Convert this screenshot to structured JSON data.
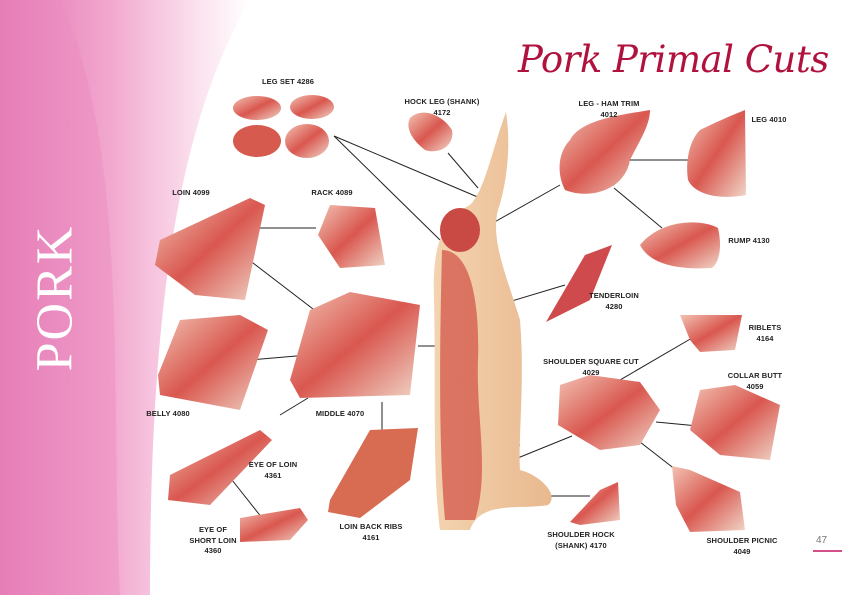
{
  "title": "Pork Primal Cuts",
  "side_label": "PORK",
  "page_number": "47",
  "colors": {
    "accent": "#b0123d",
    "side_band": "#e880b8",
    "page_bar": "#d4508a"
  },
  "cuts": {
    "leg_set": [
      "LEG SET 4286"
    ],
    "hock_leg": [
      "HOCK LEG (SHANK)",
      "4172"
    ],
    "leg_ham_trim": [
      "LEG - HAM TRIM",
      "4012"
    ],
    "leg": [
      "LEG 4010"
    ],
    "loin": [
      "LOIN  4099"
    ],
    "rack": [
      "RACK 4089"
    ],
    "rump": [
      "RUMP 4130"
    ],
    "tenderloin": [
      "TENDERLOIN",
      "4280"
    ],
    "riblets": [
      "RIBLETS",
      "4164"
    ],
    "shoulder_square_cut": [
      "SHOULDER SQUARE CUT",
      "4029"
    ],
    "collar_butt": [
      "COLLAR BUTT",
      "4059"
    ],
    "belly": [
      "BELLY 4080"
    ],
    "middle": [
      "MIDDLE 4070"
    ],
    "eye_of_loin": [
      "EYE OF LOIN",
      "4361"
    ],
    "eye_of_short_loin": [
      "EYE OF",
      "SHORT LOIN",
      "4360"
    ],
    "loin_back_ribs": [
      "LOIN BACK RIBS",
      "4161"
    ],
    "shoulder_hock": [
      "SHOULDER HOCK",
      "(SHANK) 4170"
    ],
    "shoulder_picnic": [
      "SHOULDER PICNIC",
      "4049"
    ]
  }
}
